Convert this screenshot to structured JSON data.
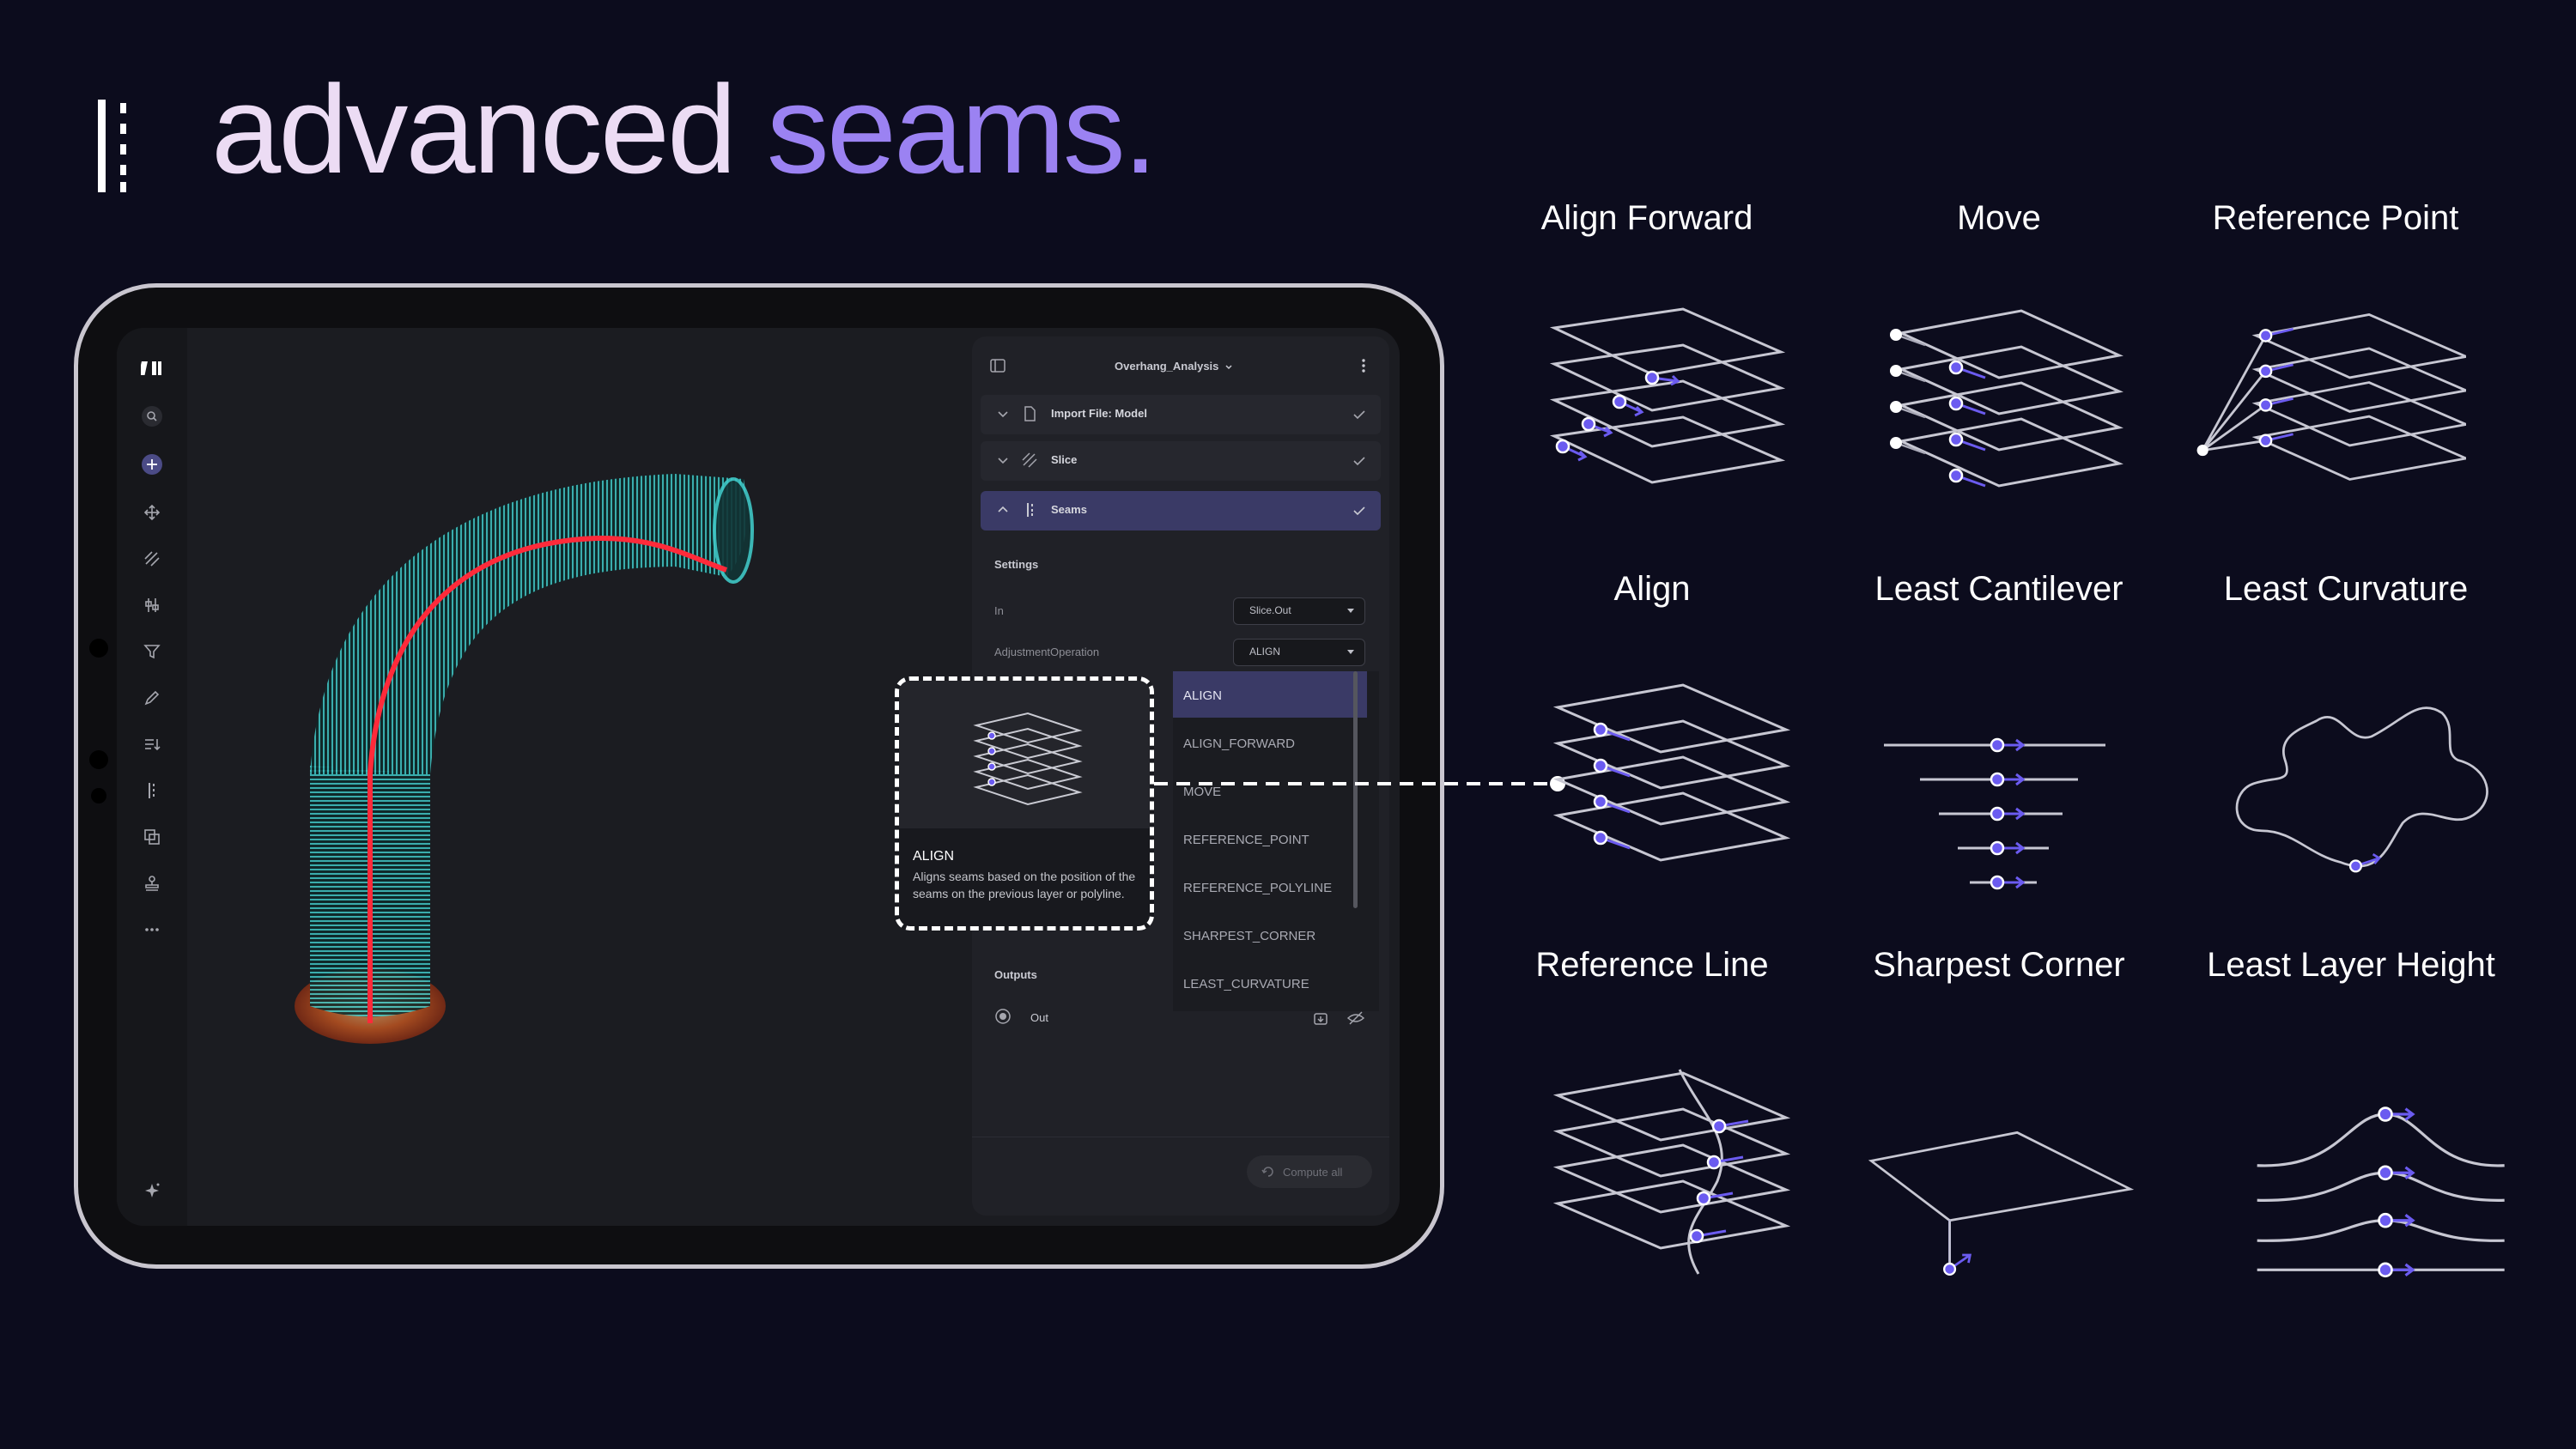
{
  "header": {
    "title_part1": "advanced ",
    "title_part2": "seams."
  },
  "sidebar": {
    "icons": [
      "logo-icon",
      "search-icon",
      "add-icon",
      "move-icon",
      "slice-icon",
      "adjust-icon",
      "filter-icon",
      "pen-icon",
      "list-sort-icon",
      "seams-icon",
      "layers-icon",
      "stamp-icon",
      "more-icon",
      "sparkle-icon"
    ]
  },
  "panel": {
    "project_name": "Overhang_Analysis",
    "steps": [
      {
        "label": "Import File: Model"
      },
      {
        "label": "Slice"
      },
      {
        "label": "Seams"
      }
    ],
    "settings_label": "Settings",
    "in_label": "In",
    "in_value": "Slice.Out",
    "op_label": "AdjustmentOperation",
    "op_value": "ALIGN",
    "outputs_label": "Outputs",
    "out_label": "Out",
    "compute_label": "Compute all"
  },
  "dropdown": {
    "options": [
      "ALIGN",
      "ALIGN_FORWARD",
      "MOVE",
      "REFERENCE_POINT",
      "REFERENCE_POLYLINE",
      "SHARPEST_CORNER",
      "LEAST_CURVATURE"
    ]
  },
  "tooltip": {
    "title": "ALIGN",
    "description": "Aligns seams based on the position of the seams on the previous layer or polyline."
  },
  "methods": [
    "Align Forward",
    "Move",
    "Reference Point",
    "Align",
    "Least Cantilever",
    "Least Curvature",
    "Reference Line",
    "Sharpest Corner",
    "Least Layer Height"
  ],
  "colors": {
    "background": "#0c0c1d",
    "accent": "#6b5bf0",
    "title_light": "#ecdcf4",
    "title_purple": "#9b82f2",
    "tube": "#40c4c4",
    "seam": "#e02030"
  }
}
